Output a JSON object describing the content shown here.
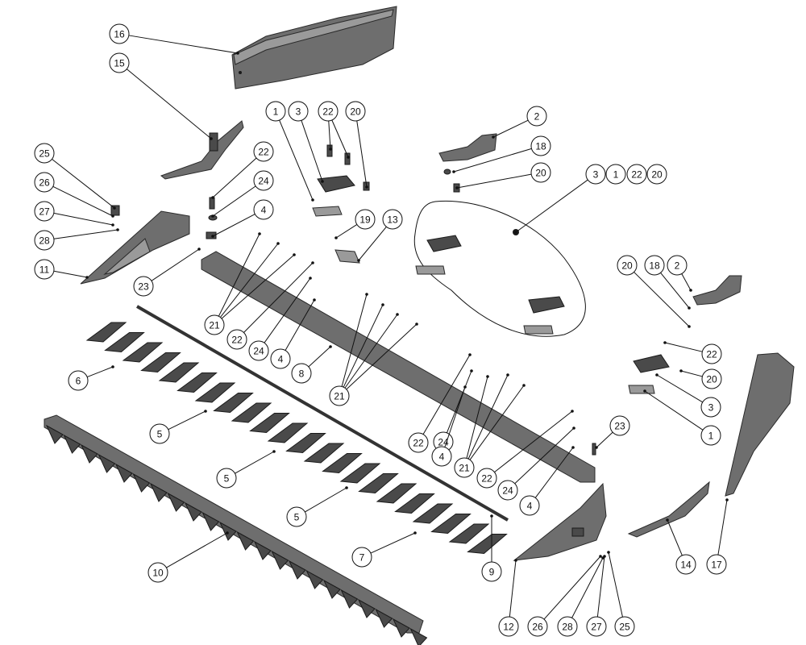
{
  "diagram": {
    "type": "exploded-parts-diagram",
    "callouts": [
      "16",
      "15",
      "1",
      "3",
      "22",
      "20",
      "2",
      "18",
      "20",
      "3",
      "1",
      "22",
      "20",
      "22",
      "24",
      "4",
      "25",
      "26",
      "27",
      "28",
      "11",
      "19",
      "13",
      "23",
      "21",
      "22",
      "24",
      "4",
      "8",
      "21",
      "6",
      "5",
      "5",
      "5",
      "7",
      "10",
      "9",
      "22",
      "24",
      "4",
      "21",
      "22",
      "24",
      "4",
      "23",
      "20",
      "18",
      "2",
      "22",
      "20",
      "3",
      "1",
      "14",
      "17",
      "12",
      "26",
      "28",
      "27",
      "25"
    ]
  }
}
